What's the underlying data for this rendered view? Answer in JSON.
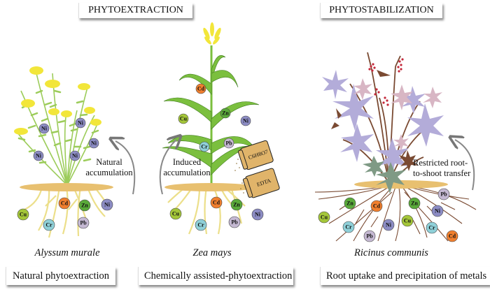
{
  "panels": [
    {
      "id": "natural",
      "species": "Alyssum murale",
      "caption": "Natural phytoextraction",
      "process_label": "Natural accumulation",
      "shoot_ions": [
        "Ni",
        "Ni",
        "Ni",
        "Ni",
        "Ni"
      ],
      "root_ions": [
        "Cu",
        "Cr",
        "Cd",
        "Pb",
        "Zn",
        "Ni"
      ]
    },
    {
      "id": "chemical",
      "species": "Zea mays",
      "caption": "Chemically assisted-phytoextraction",
      "process_label": "Induced accumulation",
      "shoot_ions": [
        "Cd",
        "Cu",
        "Zn",
        "Ni",
        "Cr",
        "Pb"
      ],
      "root_ions": [
        "Cu",
        "Cr",
        "Cd",
        "Pb",
        "Zn",
        "Ni"
      ],
      "amendments": [
        "C6H8O7",
        "EDTA"
      ]
    },
    {
      "id": "stabilization",
      "species": "Ricinus communis",
      "caption": "Root uptake and precipitation of metals",
      "process_label": "Restricted root-to-shoot transfer",
      "root_ions": [
        "Cu",
        "Zn",
        "Cr",
        "Pb",
        "Cd",
        "Ni",
        "Cu",
        "Zn",
        "Pb",
        "Ni",
        "Cr",
        "Cd"
      ]
    }
  ],
  "headers": {
    "phytoextraction": "PHYTOEXTRACTION",
    "phytostabilization": "PHYTOSTABILIZATION"
  },
  "labels": {
    "natural_1": "Natural",
    "natural_2": "accumulation",
    "induced_1": "Induced",
    "induced_2": "accumulation",
    "restricted_1": "Restricted root-",
    "restricted_2": "to-shoot transfer"
  },
  "amendment_labels": {
    "citric": "C6H8O7",
    "edta": "EDTA"
  },
  "ion_colors": {
    "Cu": "#a4c639",
    "Cr": "#8fd0d8",
    "Cd": "#f07f2e",
    "Pb": "#c5b9d3",
    "Zn": "#5aaa3a",
    "Ni": "#8c8cc4"
  },
  "colors": {
    "soil": "#e8c070",
    "alyssum_stem": "#9ccc5a",
    "alyssum_flower": "#f2e63a",
    "alyssum_root": "#ecdf8a",
    "maize_leaf": "#7bbf3e",
    "ricinus_stem": "#7a4a32",
    "ricinus_leaf": "#b3acd9",
    "ricinus_leaf_dark": "#7f9a85",
    "ricinus_seed": "#c4283a",
    "arrow": "#777777",
    "bag": "#e0b46a"
  }
}
